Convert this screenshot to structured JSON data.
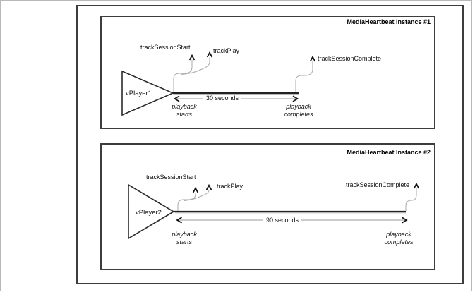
{
  "diagram": {
    "colors": {
      "panel_border": "#3d3d3d",
      "timeline_dark": "#222222",
      "timeline_shadow": "#ababab",
      "connector_gray": "#a9a9a9",
      "arrow_black": "#111111"
    },
    "panels": [
      {
        "title": "MediaHeartbeat Instance #1",
        "player_label": "vPlayer1",
        "event_session_start": "trackSessionStart",
        "event_play": "trackPlay",
        "event_session_complete": "trackSessionComplete",
        "duration_label": "30 seconds",
        "playback_start_line1": "playback",
        "playback_start_line2": "starts",
        "playback_complete_line1": "playback",
        "playback_complete_line2": "completes"
      },
      {
        "title": "MediaHeartbeat Instance #2",
        "player_label": "vPlayer2",
        "event_session_start": "trackSessionStart",
        "event_play": "trackPlay",
        "event_session_complete": "trackSessionComplete",
        "duration_label": "90 seconds",
        "playback_start_line1": "playback",
        "playback_start_line2": "starts",
        "playback_complete_line1": "playback",
        "playback_complete_line2": "completes"
      }
    ]
  }
}
